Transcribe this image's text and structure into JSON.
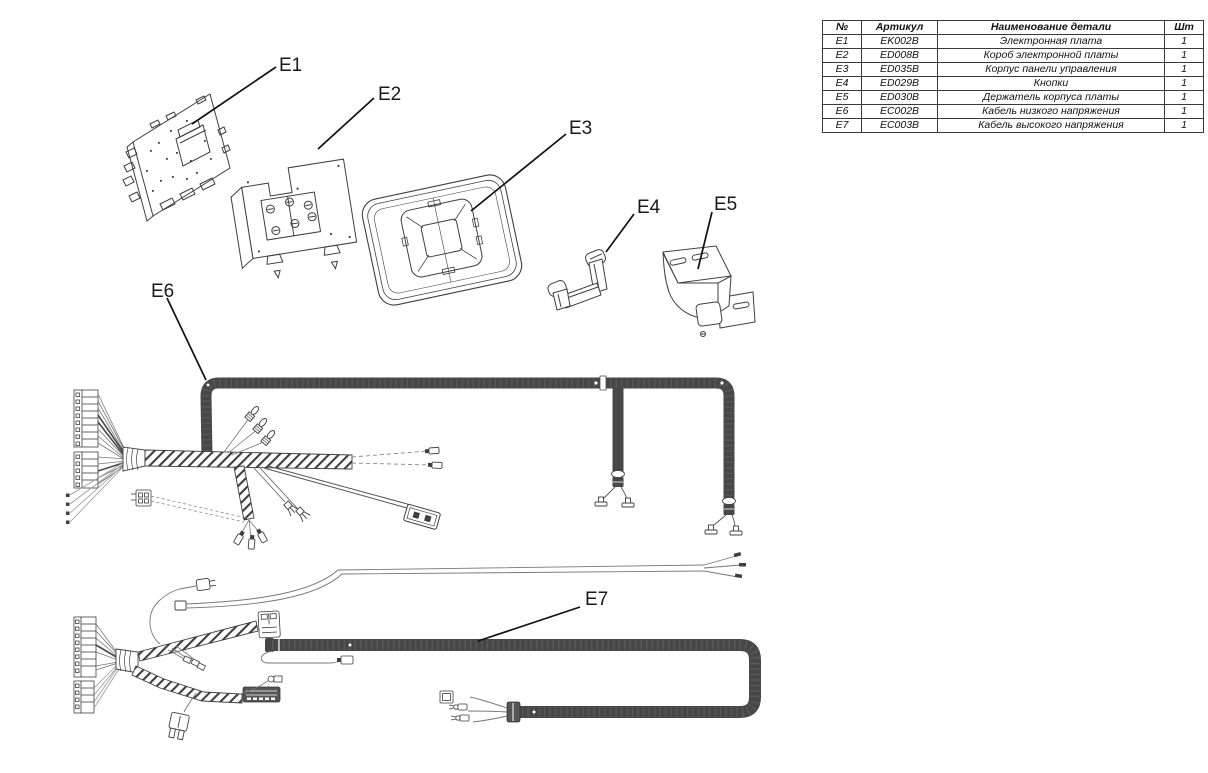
{
  "diagram": {
    "labels": {
      "e1": "E1",
      "e2": "E2",
      "e3": "E3",
      "e4": "E4",
      "e5": "E5",
      "e6": "E6",
      "e7": "E7"
    }
  },
  "parts_table": {
    "headers": [
      "№",
      "Артикул",
      "Наименование детали",
      "Шт"
    ],
    "rows": [
      [
        "E1",
        "EK002B",
        "Электронная плата",
        "1"
      ],
      [
        "E2",
        "ED008B",
        "Короб электронной платы",
        "1"
      ],
      [
        "E3",
        "ED035B",
        "Корпус панели управления",
        "1"
      ],
      [
        "E4",
        "ED029B",
        "Кнопки",
        "1"
      ],
      [
        "E5",
        "ED030B",
        "Держатель корпуса платы",
        "1"
      ],
      [
        "E6",
        "EC002B",
        "Кабель низкого напряжения",
        "1"
      ],
      [
        "E7",
        "EC003B",
        "Кабель высокого напряжения",
        "1"
      ]
    ]
  },
  "colors": {
    "line": "#3f3f3f",
    "cable": "#474747",
    "label_text": "#1a1a1a",
    "table_border": "#3a3a3a",
    "background": "#ffffff"
  }
}
